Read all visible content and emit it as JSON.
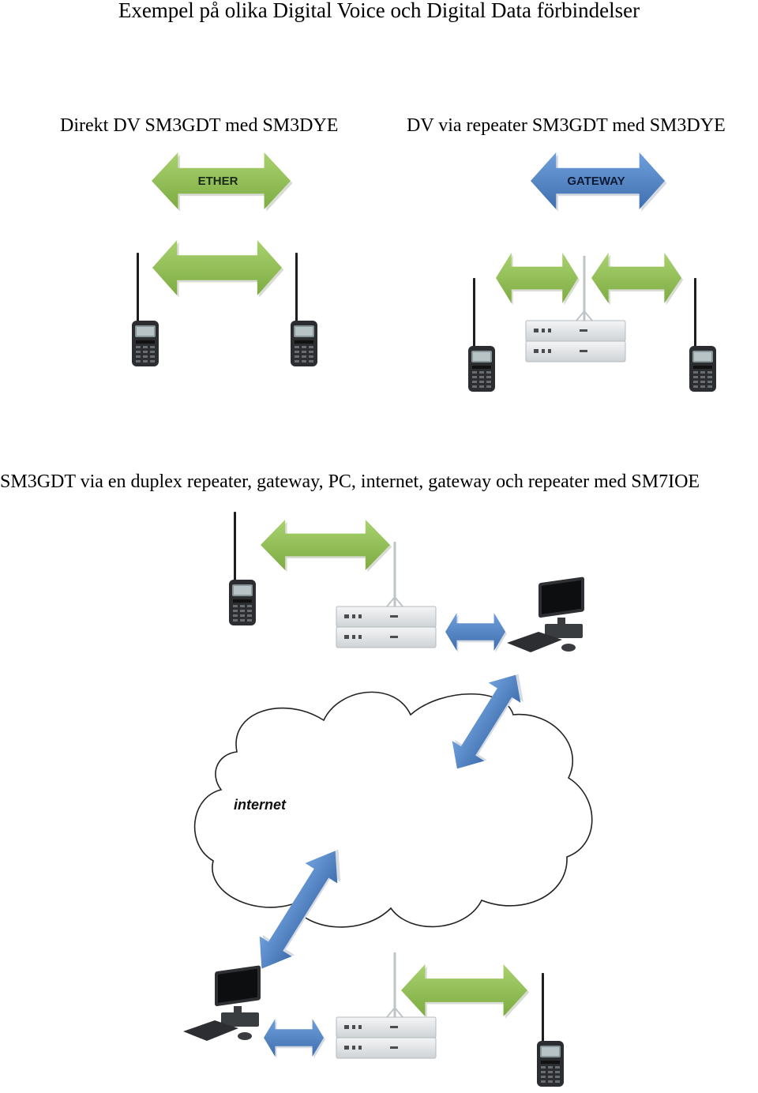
{
  "title": "Exempel på olika Digital Voice och Digital Data förbindelser",
  "captions": {
    "direct": "Direkt DV SM3GDT med SM3DYE",
    "repeater": "DV via repeater SM3GDT med SM3DYE",
    "duplex": "SM3GDT via en duplex repeater, gateway, PC, internet, gateway och repeater med SM7IOE"
  },
  "labels": {
    "ether": "ETHER",
    "gateway": "GATEWAY",
    "internet": "internet"
  },
  "colors": {
    "green_arrow": "#8fbe52",
    "blue_arrow": "#4f7fc0",
    "radio_body": "#2b2d30",
    "repeater_body": "#e4e6e8"
  },
  "icons": [
    "handheld-radio-icon",
    "repeater-unit-icon",
    "computer-icon",
    "cloud-icon"
  ]
}
